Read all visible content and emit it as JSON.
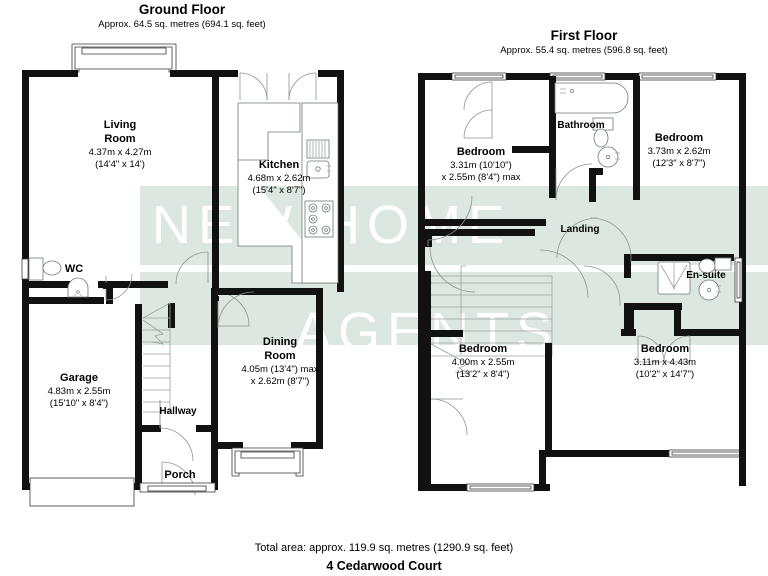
{
  "document": {
    "address": "4 Cedarwood Court",
    "total_area": "Total area: approx. 119.9 sq. metres (1290.9 sq. feet)",
    "watermark_line1": "NEW HOME",
    "watermark_line2": "AGENTS",
    "watermark_band_color": "#dde7e1",
    "wall_color": "#111111",
    "background_color": "#ffffff"
  },
  "floors": [
    {
      "id": "ground-floor",
      "title": "Ground Floor",
      "subtitle": "Approx. 64.5 sq. metres (694.1 sq. feet)",
      "rooms": [
        {
          "id": "living-room",
          "name_line1": "Living",
          "name_line2": "Room",
          "dim_metric": "4.37m x 4.27m",
          "dim_imperial": "(14'4\" x 14')"
        },
        {
          "id": "kitchen",
          "name_line1": "Kitchen",
          "name_line2": "",
          "dim_metric": "4.68m x 2.62m",
          "dim_imperial": "(15'4\" x 8'7\")"
        },
        {
          "id": "wc",
          "name_line1": "WC",
          "name_line2": "",
          "dim_metric": "",
          "dim_imperial": ""
        },
        {
          "id": "garage",
          "name_line1": "Garage",
          "name_line2": "",
          "dim_metric": "4.83m x 2.55m",
          "dim_imperial": "(15'10\" x 8'4\")"
        },
        {
          "id": "dining-room",
          "name_line1": "Dining",
          "name_line2": "Room",
          "dim_metric": "4.05m (13'4\") max",
          "dim_imperial": "x 2.62m (8'7\")"
        },
        {
          "id": "hallway",
          "name_line1": "Hallway",
          "name_line2": "",
          "dim_metric": "",
          "dim_imperial": ""
        },
        {
          "id": "porch",
          "name_line1": "Porch",
          "name_line2": "",
          "dim_metric": "",
          "dim_imperial": ""
        }
      ]
    },
    {
      "id": "first-floor",
      "title": "First Floor",
      "subtitle": "Approx. 55.4 sq. metres (596.8 sq. feet)",
      "rooms": [
        {
          "id": "bedroom-front-left",
          "name_line1": "Bedroom",
          "name_line2": "",
          "dim_metric": "3.31m (10'10\")",
          "dim_imperial": "x 2.55m (8'4\") max"
        },
        {
          "id": "bathroom",
          "name_line1": "Bathroom",
          "name_line2": "",
          "dim_metric": "",
          "dim_imperial": ""
        },
        {
          "id": "bedroom-front-right",
          "name_line1": "Bedroom",
          "name_line2": "",
          "dim_metric": "3.73m x 2.62m",
          "dim_imperial": "(12'3\" x 8'7\")"
        },
        {
          "id": "landing",
          "name_line1": "Landing",
          "name_line2": "",
          "dim_metric": "",
          "dim_imperial": ""
        },
        {
          "id": "en-suite",
          "name_line1": "En-suite",
          "name_line2": "",
          "dim_metric": "",
          "dim_imperial": ""
        },
        {
          "id": "bedroom-rear-left",
          "name_line1": "Bedroom",
          "name_line2": "",
          "dim_metric": "4.00m x 2.55m",
          "dim_imperial": "(13'2\" x 8'4\")"
        },
        {
          "id": "bedroom-rear-right",
          "name_line1": "Bedroom",
          "name_line2": "",
          "dim_metric": "3.11m x 4.43m",
          "dim_imperial": "(10'2\" x 14'7\")"
        }
      ]
    }
  ]
}
